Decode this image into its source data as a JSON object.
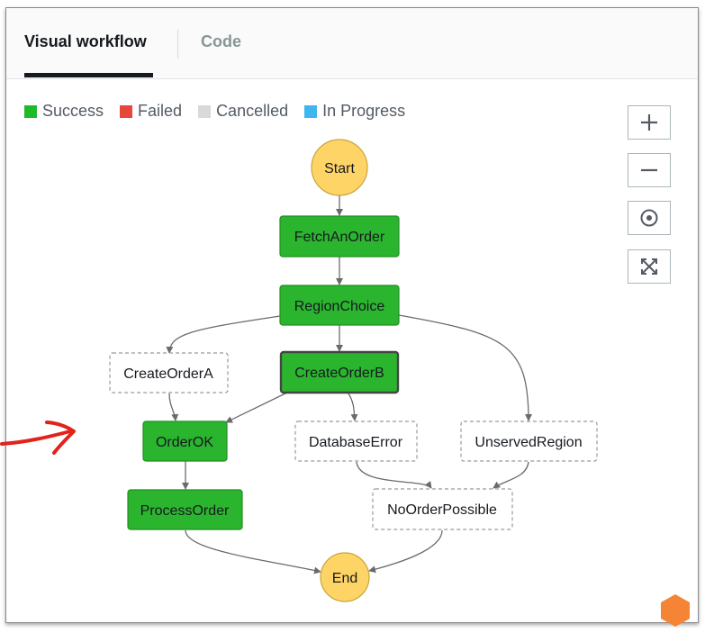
{
  "tabs": [
    {
      "label": "Visual workflow",
      "active": true
    },
    {
      "label": "Code",
      "active": false
    }
  ],
  "legend": [
    {
      "label": "Success",
      "color": "#1eba2b"
    },
    {
      "label": "Failed",
      "color": "#e8453c"
    },
    {
      "label": "Cancelled",
      "color": "#d9d9d9"
    },
    {
      "label": "In Progress",
      "color": "#3fb6ec"
    }
  ],
  "zoom_controls": [
    {
      "name": "zoom-in",
      "icon": "plus-icon"
    },
    {
      "name": "zoom-out",
      "icon": "minus-icon"
    },
    {
      "name": "center",
      "icon": "target-icon"
    },
    {
      "name": "fit",
      "icon": "expand-icon"
    }
  ],
  "colors": {
    "success_fill": "#2bb52f",
    "success_border": "#1f8f22",
    "start_end_fill": "#ffd466",
    "start_end_border": "#c9a53c",
    "edge": "#6b6b6b",
    "annotation_arrow": "#e2231a",
    "badge": "#f58535"
  },
  "nodes": {
    "start": {
      "label": "Start",
      "status": "terminal"
    },
    "fetch": {
      "label": "FetchAnOrder",
      "status": "success"
    },
    "region": {
      "label": "RegionChoice",
      "status": "success"
    },
    "createA": {
      "label": "CreateOrderA",
      "status": "not-run"
    },
    "createB": {
      "label": "CreateOrderB",
      "status": "success"
    },
    "orderok": {
      "label": "OrderOK",
      "status": "success"
    },
    "dberror": {
      "label": "DatabaseError",
      "status": "not-run"
    },
    "unserved": {
      "label": "UnservedRegion",
      "status": "not-run"
    },
    "process": {
      "label": "ProcessOrder",
      "status": "success"
    },
    "noorder": {
      "label": "NoOrderPossible",
      "status": "not-run"
    },
    "end": {
      "label": "End",
      "status": "terminal"
    }
  }
}
